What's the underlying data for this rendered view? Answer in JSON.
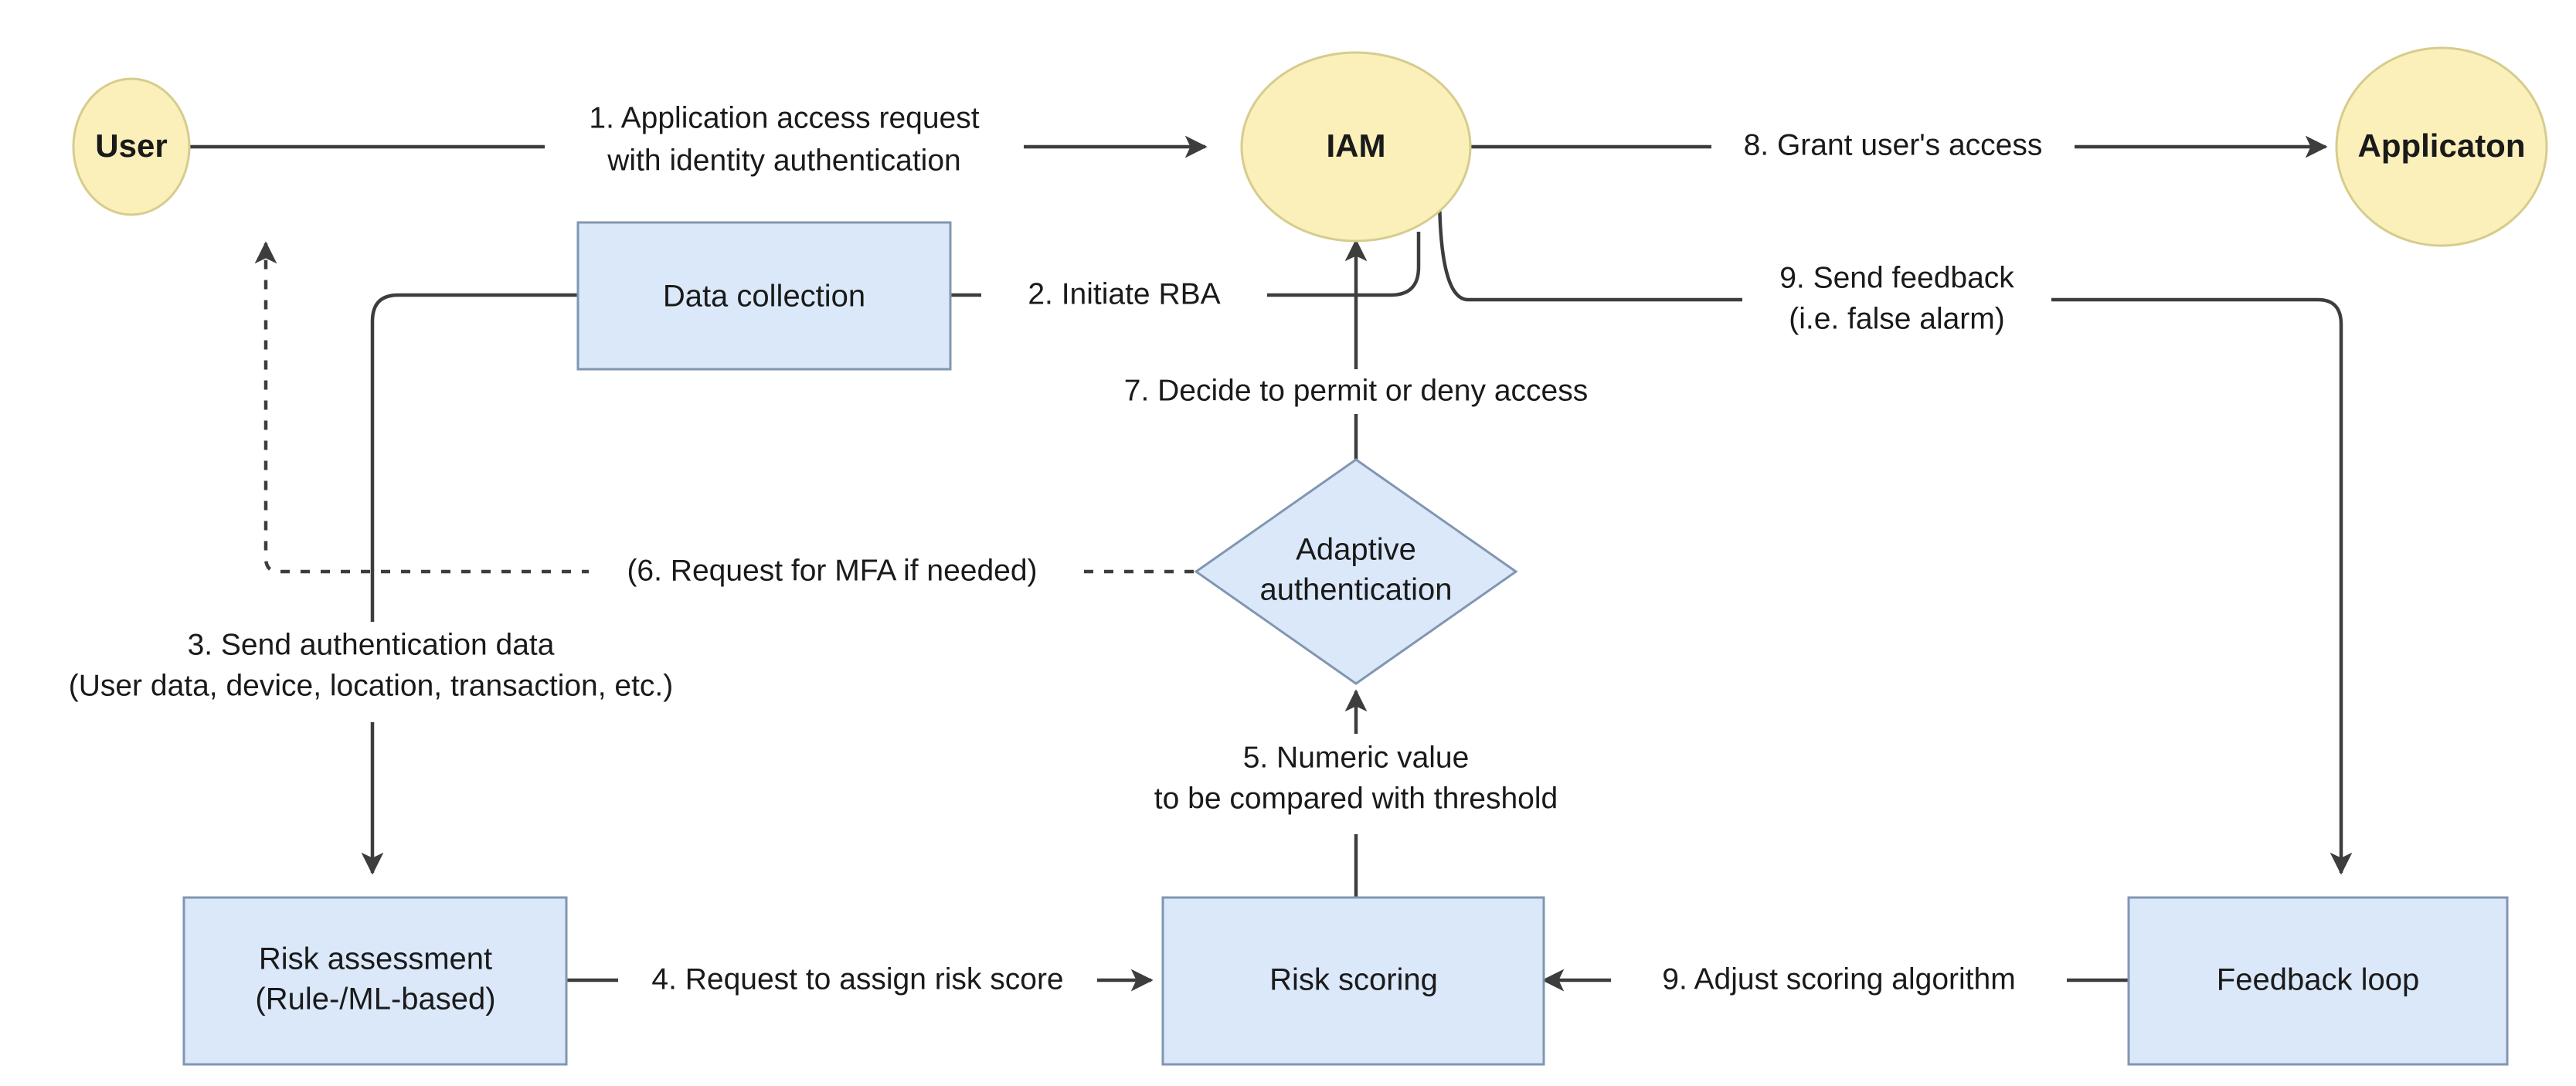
{
  "diagram": {
    "title": "Risk-Based Adaptive Authentication Flow",
    "colors": {
      "actor_fill": "#fbf0ba",
      "actor_stroke": "#d6cc8d",
      "process_fill": "#dbe8fa",
      "process_stroke": "#8196b1",
      "connector": "#3d3d3d",
      "background": "#ffffff",
      "text": "#1a1a1a"
    },
    "nodes": [
      {
        "id": "user",
        "shape": "circle",
        "label": "User",
        "bold": true
      },
      {
        "id": "iam",
        "shape": "circle",
        "label": "IAM",
        "bold": true
      },
      {
        "id": "application",
        "shape": "circle",
        "label": "Applicaton",
        "bold": true
      },
      {
        "id": "data-collection",
        "shape": "rect",
        "label": "Data collection",
        "bold": false
      },
      {
        "id": "adaptive-auth",
        "shape": "diamond",
        "label_line1": "Adaptive",
        "label_line2": "authentication",
        "bold": false
      },
      {
        "id": "risk-assessment",
        "shape": "rect",
        "label_line1": "Risk assessment",
        "label_line2": "(Rule-/ML-based)",
        "bold": false
      },
      {
        "id": "risk-scoring",
        "shape": "rect",
        "label": "Risk scoring",
        "bold": false
      },
      {
        "id": "feedback-loop",
        "shape": "rect",
        "label": "Feedback loop",
        "bold": false
      }
    ],
    "edges": [
      {
        "id": "e1",
        "from": "user",
        "to": "iam",
        "style": "solid",
        "label_line1": "1. Application access request",
        "label_line2": "with identity authentication"
      },
      {
        "id": "e2",
        "from": "data-collection",
        "to": "iam",
        "style": "solid",
        "label_line1": "2. Initiate RBA"
      },
      {
        "id": "e3",
        "from": "data-collection",
        "to": "risk-assessment",
        "style": "solid",
        "label_line1": "3. Send authentication data",
        "label_line2": "(User data, device, location, transaction, etc.)"
      },
      {
        "id": "e4",
        "from": "risk-assessment",
        "to": "risk-scoring",
        "style": "solid",
        "label_line1": "4. Request to assign risk score"
      },
      {
        "id": "e5",
        "from": "risk-scoring",
        "to": "adaptive-auth",
        "style": "solid",
        "label_line1": "5. Numeric value",
        "label_line2": "to be compared with threshold"
      },
      {
        "id": "e6",
        "from": "adaptive-auth",
        "to": "user",
        "style": "dashed",
        "label_line1": "(6. Request for MFA if needed)"
      },
      {
        "id": "e7",
        "from": "adaptive-auth",
        "to": "iam",
        "style": "solid",
        "label_line1": "7. Decide to permit or deny access"
      },
      {
        "id": "e8",
        "from": "iam",
        "to": "application",
        "style": "solid",
        "label_line1": "8. Grant user's access"
      },
      {
        "id": "e9a",
        "from": "iam",
        "to": "feedback-loop",
        "style": "solid",
        "label_line1": "9. Send feedback",
        "label_line2": "(i.e. false alarm)"
      },
      {
        "id": "e9b",
        "from": "feedback-loop",
        "to": "risk-scoring",
        "style": "solid",
        "label_line1": "9. Adjust scoring algorithm"
      }
    ],
    "labels": {
      "user": "User",
      "iam": "IAM",
      "application": "Applicaton",
      "data_collection": "Data collection",
      "adaptive_auth_l1": "Adaptive",
      "adaptive_auth_l2": "authentication",
      "risk_assessment_l1": "Risk assessment",
      "risk_assessment_l2": "(Rule-/ML-based)",
      "risk_scoring": "Risk scoring",
      "feedback_loop": "Feedback loop",
      "e1_l1": "1. Application access request",
      "e1_l2": "with identity authentication",
      "e2_l1": "2. Initiate RBA",
      "e3_l1": "3. Send authentication data",
      "e3_l2": "(User data, device, location, transaction, etc.)",
      "e4_l1": "4. Request to assign risk score",
      "e5_l1": "5. Numeric value",
      "e5_l2": "to be compared with threshold",
      "e6_l1": "(6. Request for MFA if needed)",
      "e7_l1": "7. Decide to permit or deny access",
      "e8_l1": "8. Grant user's access",
      "e9a_l1": "9. Send feedback",
      "e9a_l2": "(i.e. false alarm)",
      "e9b_l1": "9. Adjust scoring algorithm"
    }
  }
}
